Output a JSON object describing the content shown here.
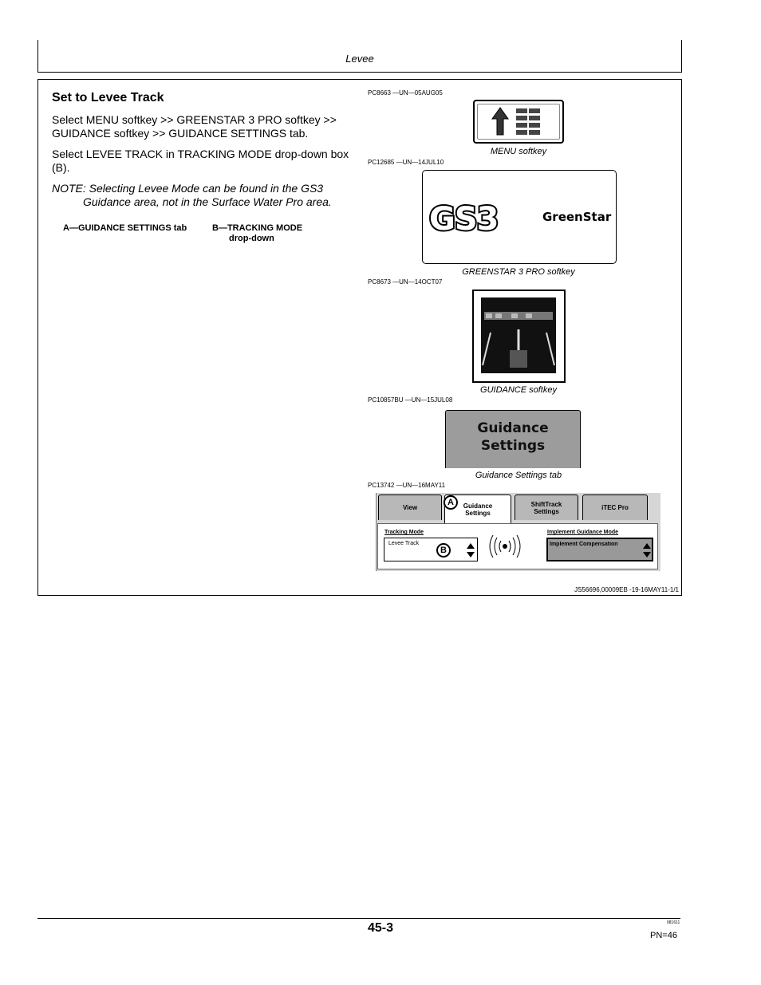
{
  "header": {
    "title": "Levee"
  },
  "section": {
    "heading": "Set to Levee Track",
    "paragraph_1": "Select MENU softkey >> GREENSTAR 3 PRO softkey >> GUIDANCE softkey >> GUIDANCE SETTINGS tab.",
    "paragraph_2": "Select LEVEE TRACK in TRACKING MODE drop-down box (B).",
    "note_line_1": "NOTE: Selecting Levee Mode can be found in the GS3",
    "note_line_2": "Guidance area, not in the Surface Water Pro area.",
    "legend_a": "A—GUIDANCE SETTINGS tab",
    "legend_b_line_1": "B—TRACKING MODE",
    "legend_b_line_2": "drop-down"
  },
  "figures": {
    "menu": {
      "id": "PC8663 —UN—05AUG05",
      "caption": "MENU softkey",
      "icon": "arrow-up-menu-grid-icon"
    },
    "greenstar": {
      "id": "PC12685 —UN—14JUL10",
      "caption": "GREENSTAR 3 PRO softkey",
      "logo_text": "GS3",
      "brand_text": "GreenStar"
    },
    "guidance": {
      "id": "PC8673 —UN—14OCT07",
      "caption": "GUIDANCE softkey",
      "icon": "guidance-lines-icon"
    },
    "guidance_tab": {
      "id": "PC10857BU —UN—15JUL08",
      "caption": "Guidance Settings tab",
      "line_1": "Guidance",
      "line_2": "Settings"
    },
    "screen": {
      "id": "PC13742 —UN—16MAY11",
      "tab_view": "View",
      "tab_guidance_1": "Guidance",
      "tab_guidance_2": "Settings",
      "tab_shifttrack_1": "ShiftTrack",
      "tab_shifttrack_2": "Settings",
      "tab_itec": "iTEC Pro",
      "tracking_label": "Tracking Mode",
      "tracking_value": "Levee Track",
      "implement_label": "Implement Guidance Mode",
      "implement_value": "Implement Compensation",
      "callout_a": "A",
      "callout_b": "B"
    }
  },
  "doc_id": "JS56696,00009EB -19-16MAY11-1/1",
  "footer": {
    "page_number": "45-3",
    "code": "081611",
    "pn": "PN=46"
  }
}
